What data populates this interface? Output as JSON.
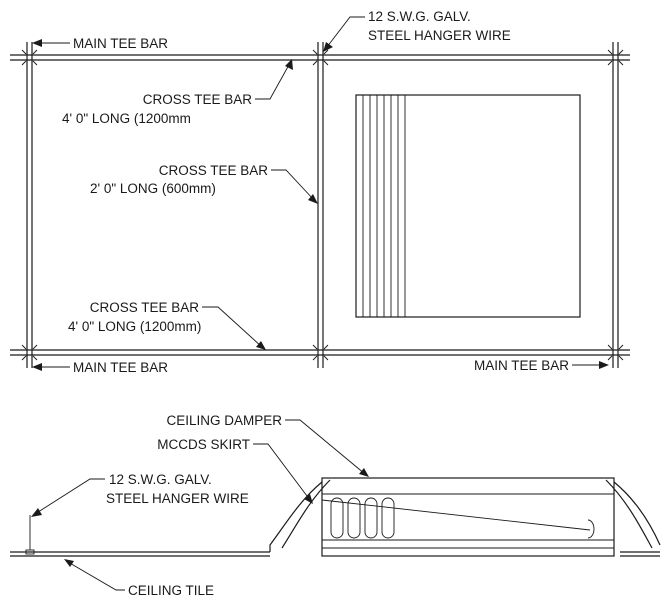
{
  "plan_labels": {
    "main_tee_top": "MAIN TEE BAR",
    "hanger_top_line1": "12 S.W.G. GALV.",
    "hanger_top_line2": "STEEL HANGER WIRE",
    "cross_tee_1_line1": "CROSS TEE BAR",
    "cross_tee_1_line2": "4' 0\" LONG (1200mm",
    "cross_tee_2_line1": "CROSS TEE BAR",
    "cross_tee_2_line2": "2' 0\" LONG (600mm)",
    "cross_tee_3_line1": "CROSS TEE BAR",
    "cross_tee_3_line2": "4' 0\" LONG (1200mm)",
    "main_tee_bottom_left": "MAIN TEE BAR",
    "main_tee_bottom_right": "MAIN TEE BAR"
  },
  "section_labels": {
    "ceiling_damper": "CEILING DAMPER",
    "skirt": "MCCDS SKIRT",
    "hanger_line1": "12 S.W.G. GALV.",
    "hanger_line2": "STEEL HANGER WIRE",
    "ceiling_tile": "CEILING TILE"
  }
}
